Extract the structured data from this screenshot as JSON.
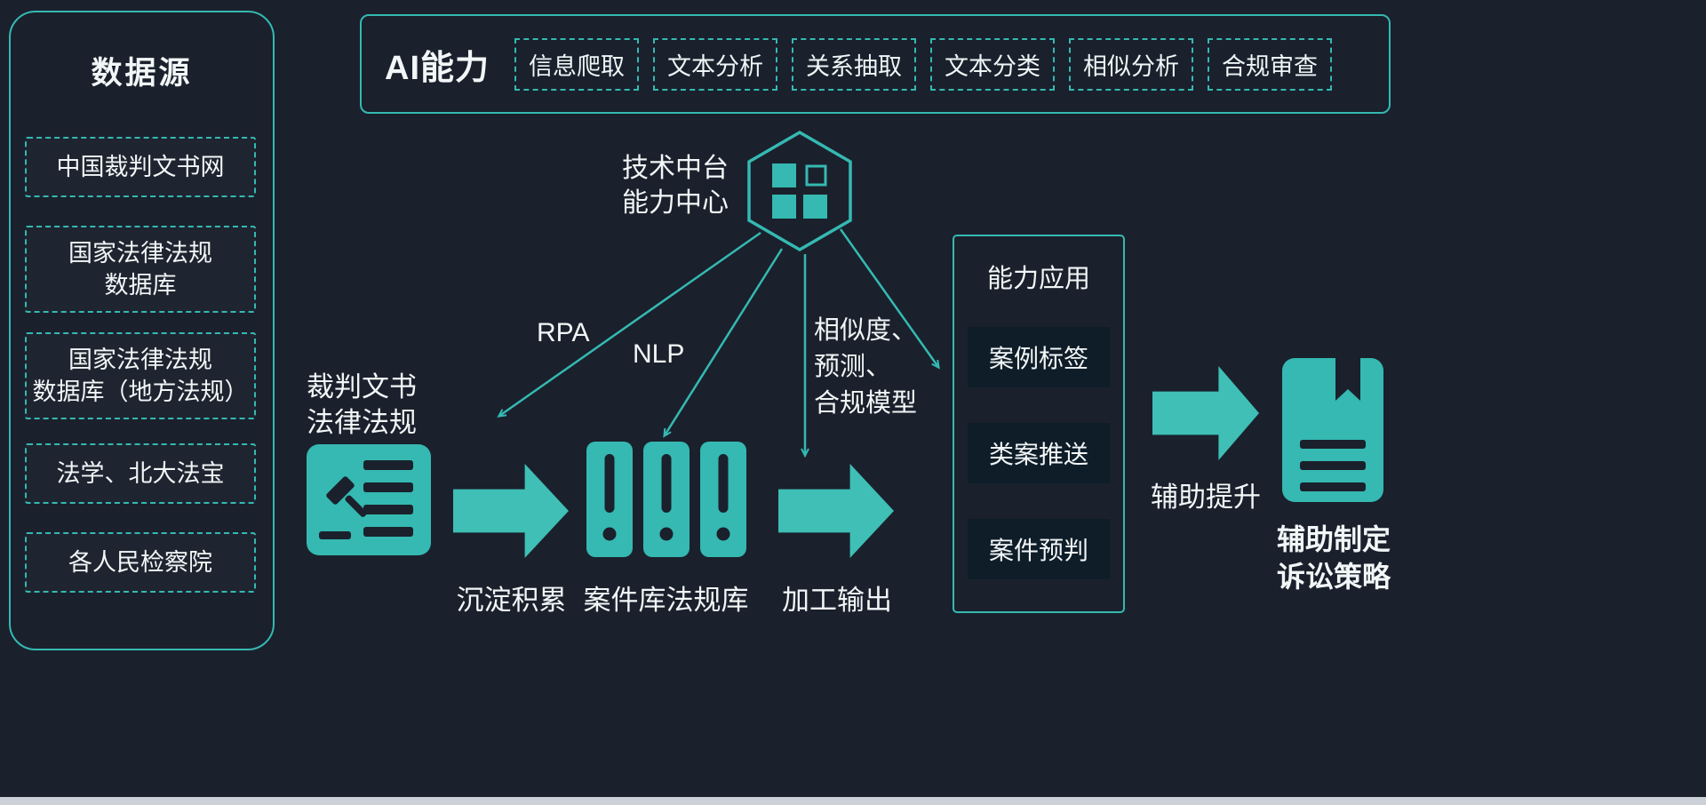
{
  "colors": {
    "background": "#1a212c",
    "accent": "#35b9b2",
    "arrow": "#3fbfb6",
    "text": "#f2f6f7",
    "chip_text": "#eef7f7",
    "item_box_bg": "#0f1d29",
    "footer_strip": "#ccd1d7"
  },
  "icons": {
    "hub": "hexagon-grid-icon",
    "source_document": "gavel-document-icon",
    "library": "case-file-icon",
    "output_document": "bookmark-document-icon",
    "flow_arrow": "block-arrow-right",
    "connector": "thin-arrow"
  },
  "data_sources": {
    "title": "数据源",
    "items": [
      "中国裁判文书网",
      "国家法律法规\n数据库",
      "国家法律法规\n数据库（地方法规）",
      "法学、北大法宝",
      "各人民检察院"
    ]
  },
  "ai_capabilities": {
    "title": "AI能力",
    "items": [
      "信息爬取",
      "文本分析",
      "关系抽取",
      "文本分类",
      "相似分析",
      "合规审查"
    ]
  },
  "hub": {
    "label": "技术中台\n能力中心"
  },
  "connections": {
    "rpa": "RPA",
    "nlp": "NLP",
    "models": "相似度、\n预测、\n合规模型"
  },
  "flow": {
    "source_label": "裁判文书\n法律法规",
    "step1_label": "沉淀积累",
    "step2_label": "案件库法规库",
    "step3_label": "加工输出",
    "step4_label": "辅助提升",
    "output_label": "辅助制定\n诉讼策略"
  },
  "capability_app": {
    "title": "能力应用",
    "items": [
      "案例标签",
      "类案推送",
      "案件预判"
    ]
  }
}
